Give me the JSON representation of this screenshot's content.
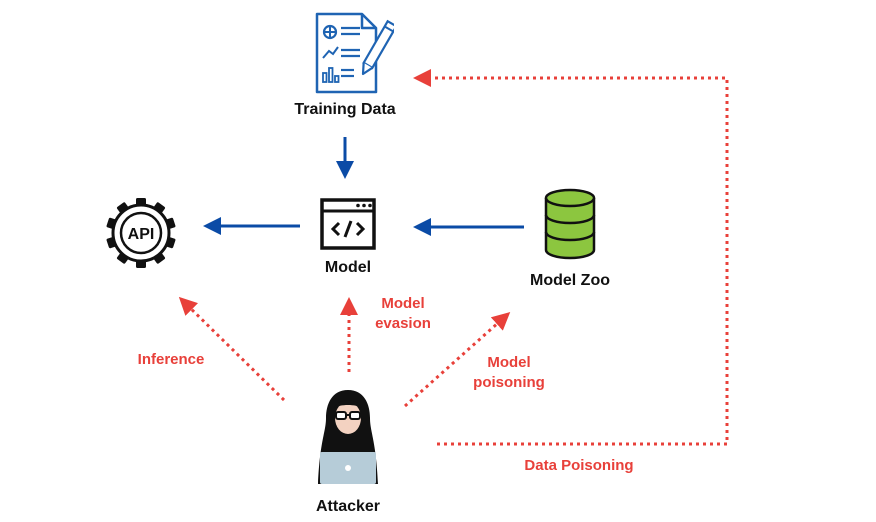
{
  "nodes": {
    "training_data": "Training Data",
    "model": "Model",
    "model_zoo": "Model Zoo",
    "attacker": "Attacker",
    "api": "API"
  },
  "attacks": {
    "model_evasion": [
      "Model",
      "evasion"
    ],
    "model_poisoning": [
      "Model",
      "poisoning"
    ],
    "inference": "Inference",
    "data_poisoning": "Data Poisoning"
  },
  "colors": {
    "flow": "#0b4ba6",
    "attack": "#e8403a",
    "icon_blue": "#1f64b3",
    "database": "#8cc63f",
    "dark": "#111111"
  }
}
